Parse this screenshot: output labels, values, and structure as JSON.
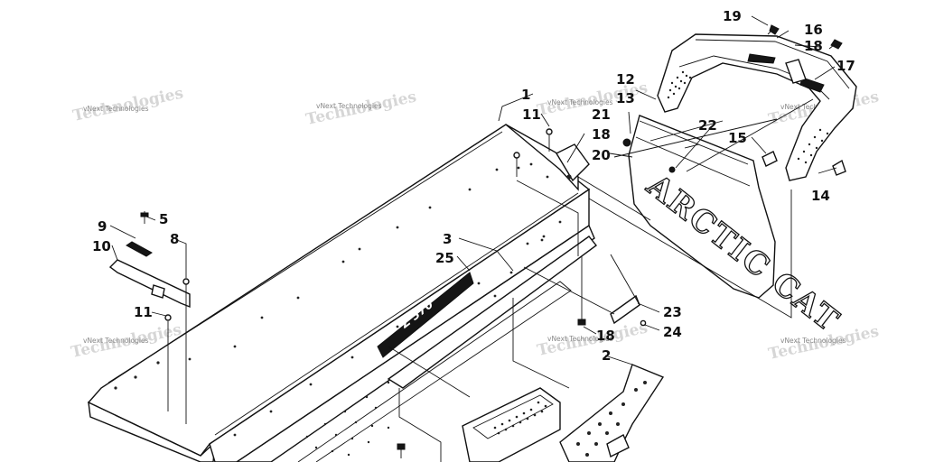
{
  "callouts": {
    "c1": "1",
    "c2": "2",
    "c3": "3",
    "c5": "5",
    "c8": "8",
    "c9": "9",
    "c10": "10",
    "c11a": "11",
    "c11b": "11",
    "c12": "12",
    "c13": "13",
    "c14": "14",
    "c15": "15",
    "c16": "16",
    "c17": "17",
    "c18a": "18",
    "c18b": "18",
    "c18c": "18",
    "c19": "19",
    "c20": "20",
    "c21": "21",
    "c22": "22",
    "c23": "23",
    "c24": "24",
    "c25": "25"
  },
  "watermark": "vNext Technologies",
  "flap_brand": "ARCTIC CAT",
  "decal_text": "Z 370"
}
